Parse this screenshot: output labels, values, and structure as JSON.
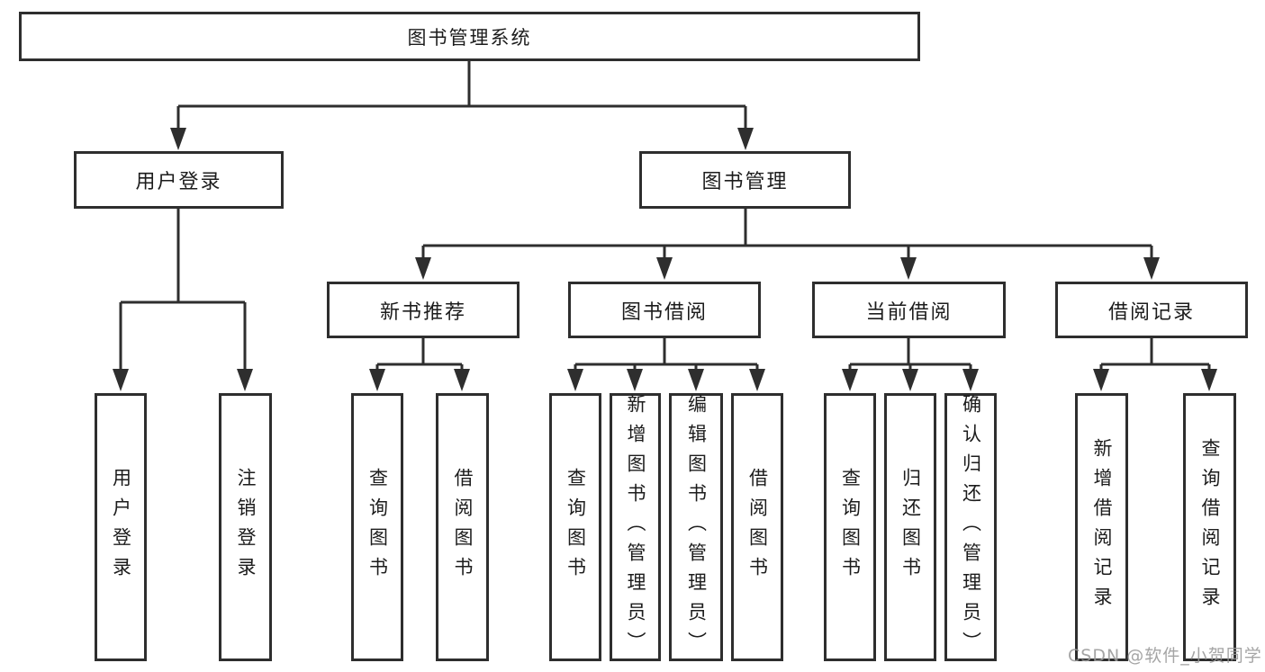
{
  "diagram": {
    "background": "#ffffff",
    "line_color": "#2e2e2e",
    "text_color": "#1c1c1c",
    "watermark": {
      "text": "CSDN @软件_小贺同学",
      "color": "#999999"
    },
    "tree": {
      "root": {
        "label": "图书管理系统",
        "children": [
          {
            "label": "用户登录",
            "children": [
              {
                "label": "用户登录"
              },
              {
                "label": "注销登录"
              }
            ]
          },
          {
            "label": "图书管理",
            "children": [
              {
                "label": "新书推荐",
                "children": [
                  {
                    "label": "查询图书"
                  },
                  {
                    "label": "借阅图书"
                  }
                ]
              },
              {
                "label": "图书借阅",
                "children": [
                  {
                    "label": "查询图书"
                  },
                  {
                    "label": "新增图书（管理员）"
                  },
                  {
                    "label": "编辑图书（管理员）"
                  },
                  {
                    "label": "借阅图书"
                  }
                ]
              },
              {
                "label": "当前借阅",
                "children": [
                  {
                    "label": "查询图书"
                  },
                  {
                    "label": "归还图书"
                  },
                  {
                    "label": "确认归还（管理员）"
                  }
                ]
              },
              {
                "label": "借阅记录",
                "children": [
                  {
                    "label": "新增借阅记录"
                  },
                  {
                    "label": "查询借阅记录"
                  }
                ]
              }
            ]
          }
        ]
      }
    }
  }
}
